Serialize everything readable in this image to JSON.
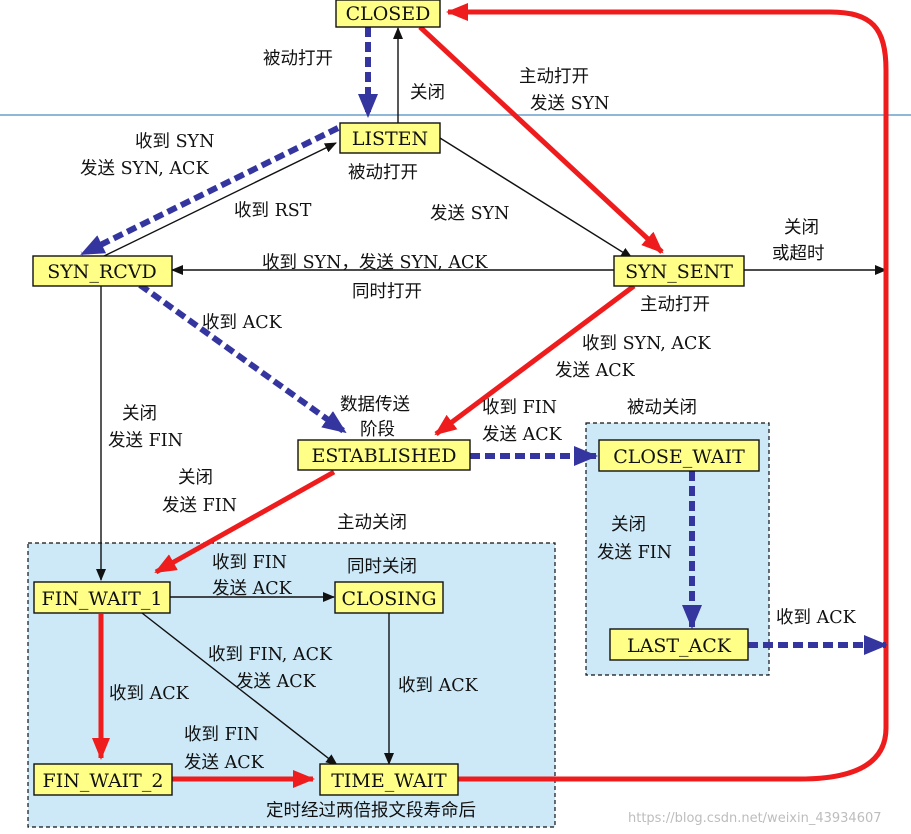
{
  "colors": {
    "state_fill": "#ffff88",
    "region_fill": "#cde9f8",
    "client_path": "#ee1c1c",
    "server_path": "#3535a0",
    "normal_path": "#111111",
    "band": "#8fb8d8"
  },
  "states": {
    "closed": "CLOSED",
    "listen": "LISTEN",
    "syn_rcvd": "SYN_RCVD",
    "syn_sent": "SYN_SENT",
    "established": "ESTABLISHED",
    "close_wait": "CLOSE_WAIT",
    "last_ack": "LAST_ACK",
    "fin_wait_1": "FIN_WAIT_1",
    "closing": "CLOSING",
    "fin_wait_2": "FIN_WAIT_2",
    "time_wait": "TIME_WAIT"
  },
  "labels": {
    "passive_open_top": "被动打开",
    "close_top": "关闭",
    "active_open_line1": "主动打开",
    "active_open_line2": "发送 SYN",
    "recv_syn_line1": "收到 SYN",
    "recv_syn_line2": "发送 SYN, ACK",
    "passive_open_listen": "被动打开",
    "recv_rst": "收到 RST",
    "send_syn": "发送 SYN",
    "close_timeout_line1": "关闭",
    "close_timeout_line2": "或超时",
    "simul_open_line1": "收到 SYN，发送 SYN, ACK",
    "simul_open_line2": "同时打开",
    "active_open_syn_sent": "主动打开",
    "recv_ack_syn_rcvd": "收到 ACK",
    "recv_synack_line1": "收到 SYN, ACK",
    "recv_synack_line2": "发送 ACK",
    "close_send_fin_left_line1": "关闭",
    "close_send_fin_left_line2": "发送 FIN",
    "data_transfer_line1": "数据传送",
    "data_transfer_line2": "阶段",
    "recv_fin_line1": "收到 FIN",
    "recv_fin_line2": "发送 ACK",
    "passive_close": "被动关闭",
    "close_send_fin_est_line1": "关闭",
    "close_send_fin_est_line2": "发送 FIN",
    "active_close": "主动关闭",
    "close_send_fin_cw_line1": "关闭",
    "close_send_fin_cw_line2": "发送 FIN",
    "recv_ack_last": "收到 ACK",
    "recv_fin_fw1_line1": "收到 FIN",
    "recv_fin_fw1_line2": "发送 ACK",
    "simul_close": "同时关闭",
    "recv_finack_line1": "收到 FIN, ACK",
    "recv_finack_line2": "发送 ACK",
    "recv_ack_fw1": "收到 ACK",
    "recv_ack_closing": "收到 ACK",
    "recv_fin_fw2_line1": "收到 FIN",
    "recv_fin_fw2_line2": "发送 ACK",
    "timeout_2msl": "定时经过两倍报文段寿命后"
  },
  "watermark": "https://blog.csdn.net/weixin_43934607"
}
